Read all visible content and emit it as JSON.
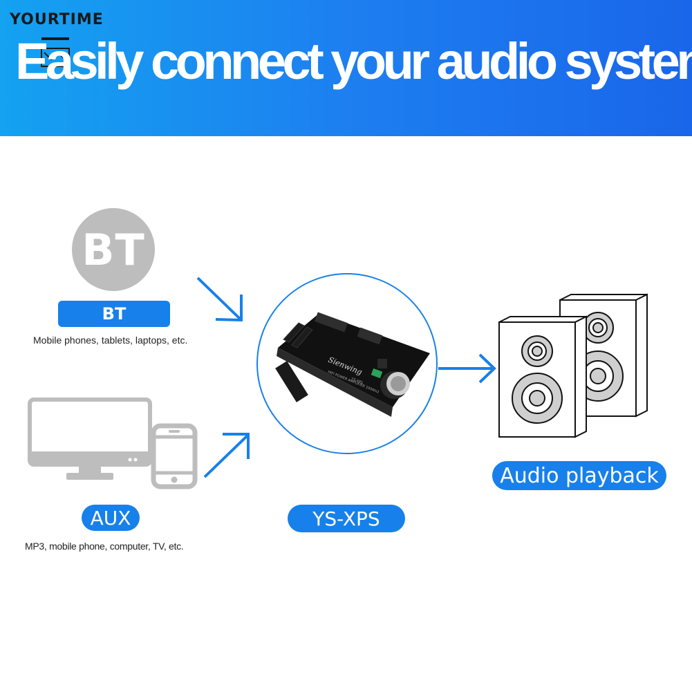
{
  "brand": {
    "name": "YOURTIME"
  },
  "header": {
    "headline": "Easily connect your audio system"
  },
  "sources": {
    "bt": {
      "badge": "BT",
      "label": "BT",
      "caption": "Mobile phones, tablets, laptops, etc."
    },
    "aux": {
      "label": "AUX",
      "caption": "MP3, mobile phone, computer, TV, etc."
    }
  },
  "device": {
    "label": "YS-XPS"
  },
  "output": {
    "label": "Audio playback"
  },
  "colors": {
    "accent": "#1780ea",
    "header_gradient_start": "#14a2f1",
    "header_gradient_end": "#1a66ea",
    "icon_gray": "#bdbdbd"
  },
  "icons": [
    "bluetooth-badge",
    "monitor-icon",
    "smartphone-icon",
    "arrow-icon",
    "amplifier-board-image",
    "speakers-icon",
    "brand-logo-icon"
  ]
}
